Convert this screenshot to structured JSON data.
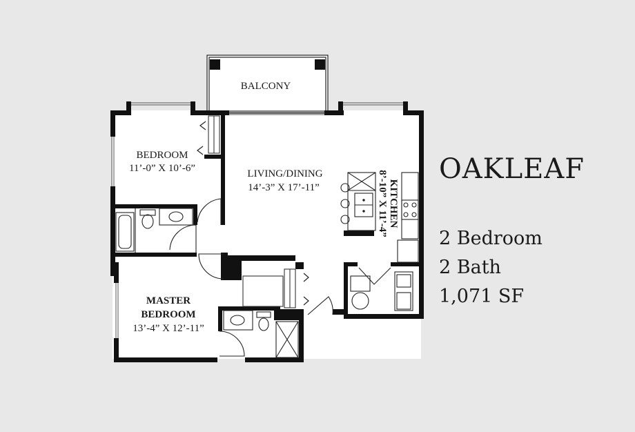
{
  "plan": {
    "name": "OAKLEAF",
    "bedrooms": "2 Bedroom",
    "baths": "2 Bath",
    "area": "1,071 SF"
  },
  "rooms": {
    "balcony": {
      "name": "BALCONY"
    },
    "bedroom": {
      "name": "BEDROOM",
      "dims": "11’-0” X 10’-6”"
    },
    "living": {
      "name": "LIVING/DINING",
      "dims": "14’-3” X 17’-11”"
    },
    "kitchen": {
      "name": "KITCHEN",
      "dims": "8’-10” X 11’-4”"
    },
    "master": {
      "name_line1": "MASTER",
      "name_line2": "BEDROOM",
      "dims": "13’-4” X 12’-11”"
    }
  },
  "colors": {
    "wall": "#111111",
    "background": "#e8e8e8",
    "floor": "#ffffff",
    "text": "#1a1a1a"
  }
}
